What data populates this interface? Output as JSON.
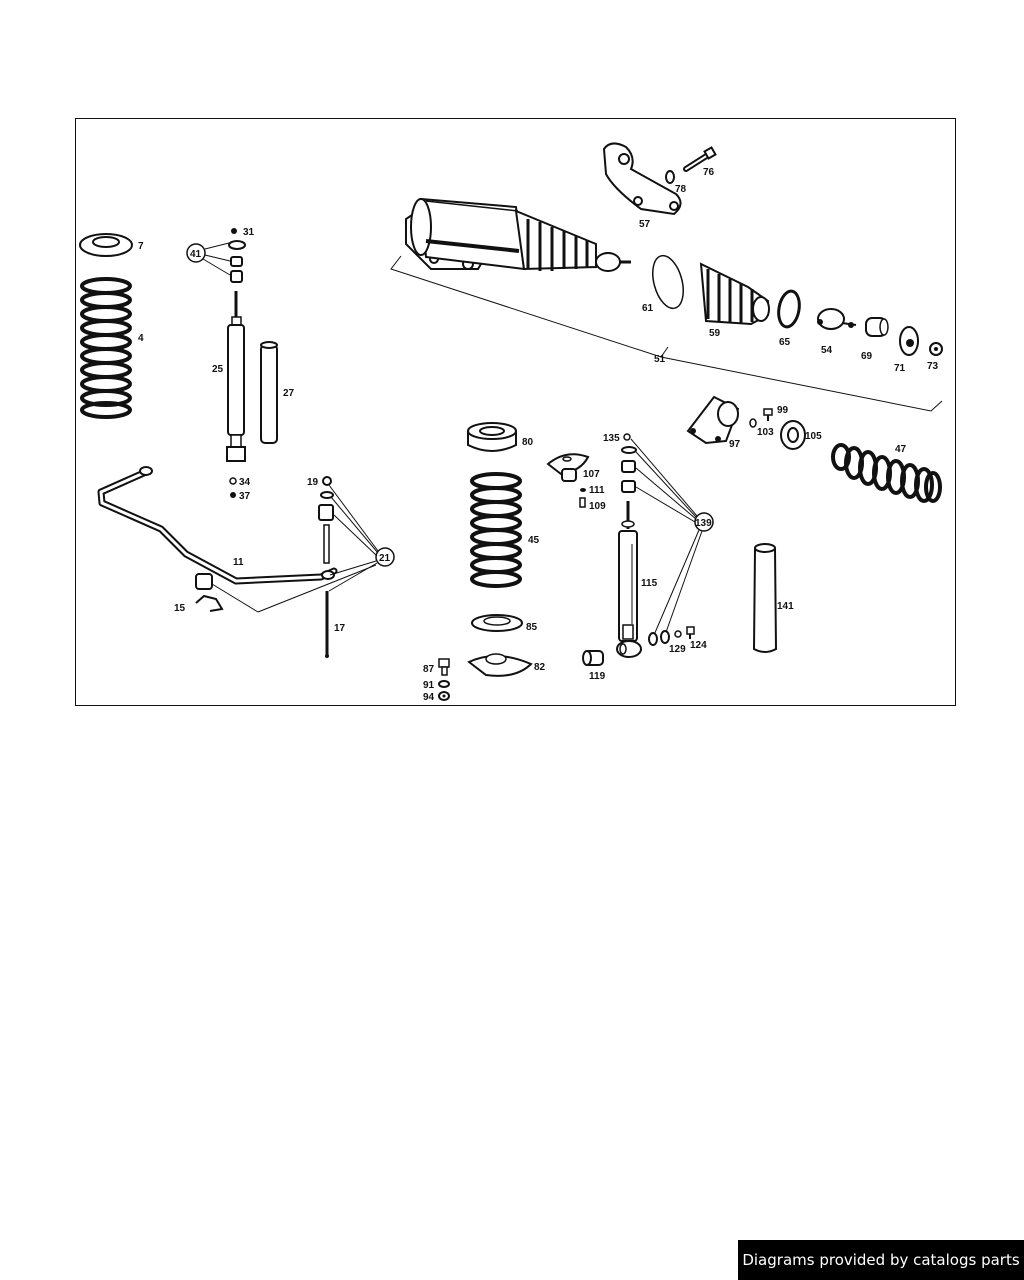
{
  "diagram": {
    "labels": {
      "p4": "4",
      "p7": "7",
      "p11": "11",
      "p15": "15",
      "p17": "17",
      "p19": "19",
      "p21": "21",
      "p25": "25",
      "p27": "27",
      "p31": "31",
      "p34": "34",
      "p37": "37",
      "p41": "41",
      "p45": "45",
      "p47": "47",
      "p51": "51",
      "p54": "54",
      "p57": "57",
      "p59": "59",
      "p61": "61",
      "p65": "65",
      "p69": "69",
      "p71": "71",
      "p73": "73",
      "p76": "76",
      "p78": "78",
      "p80": "80",
      "p82": "82",
      "p85": "85",
      "p87": "87",
      "p91": "91",
      "p94": "94",
      "p97": "97",
      "p99": "99",
      "p103": "103",
      "p105": "105",
      "p107": "107",
      "p109": "109",
      "p111": "111",
      "p115": "115",
      "p119": "119",
      "p124": "124",
      "p129": "129",
      "p135": "135",
      "p139": "139",
      "p141": "141"
    }
  },
  "footer": {
    "credit": "Diagrams provided by catalogs parts"
  }
}
